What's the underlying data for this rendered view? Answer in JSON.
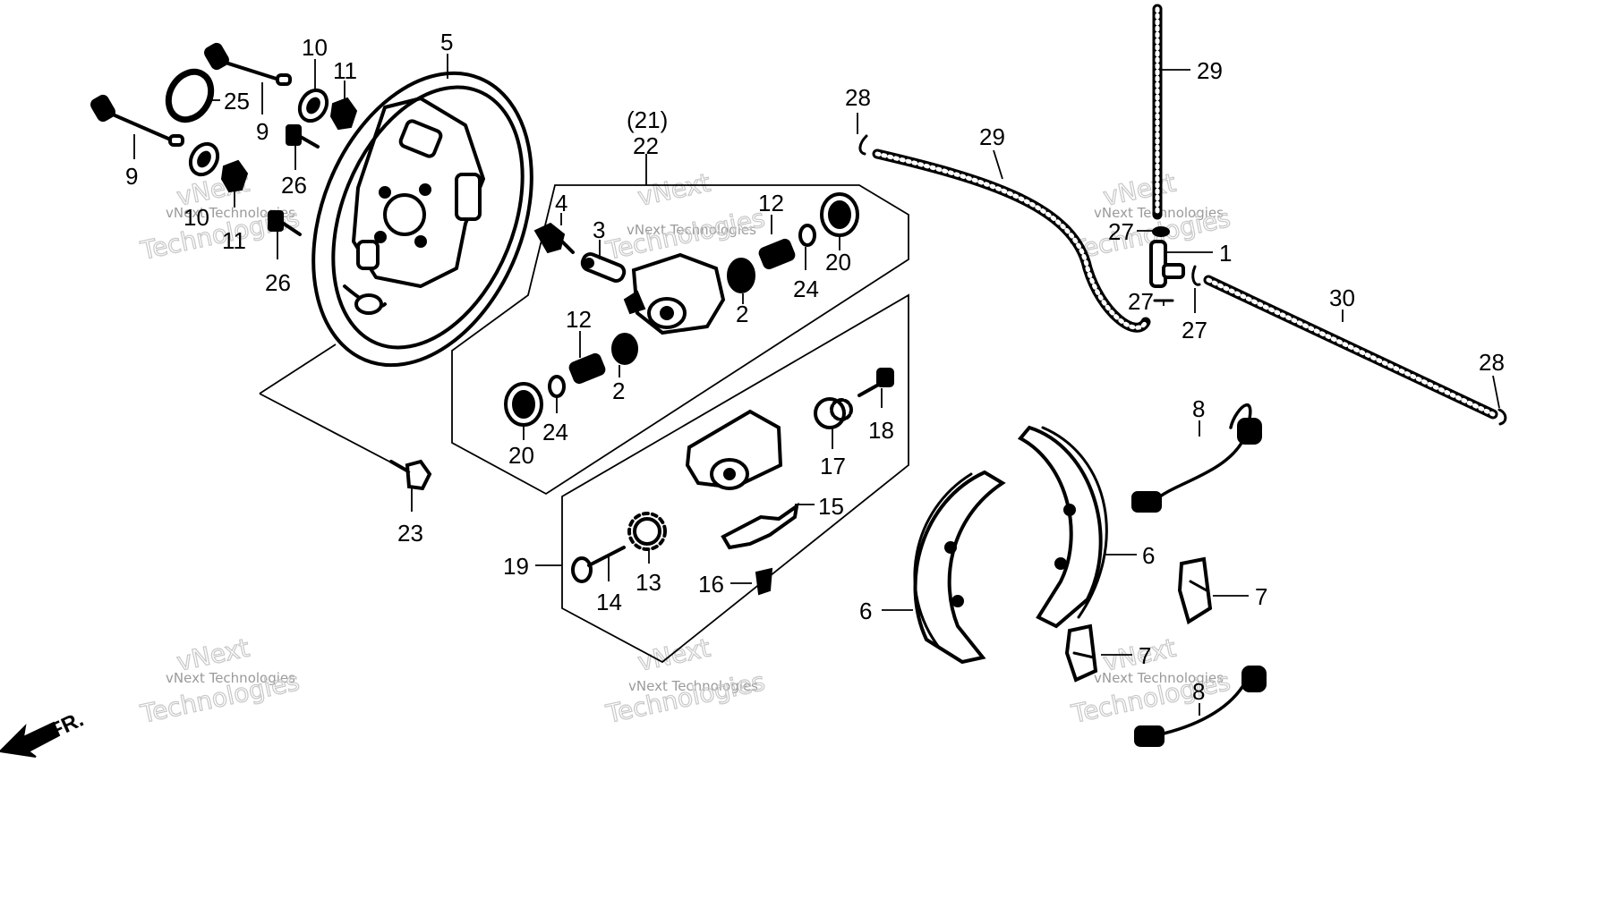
{
  "callouts": [
    {
      "id": "c5",
      "text": "5"
    },
    {
      "id": "c10a",
      "text": "10"
    },
    {
      "id": "c11a",
      "text": "11"
    },
    {
      "id": "c25",
      "text": "25"
    },
    {
      "id": "c9a",
      "text": "9"
    },
    {
      "id": "c9b",
      "text": "9"
    },
    {
      "id": "c26a",
      "text": "26"
    },
    {
      "id": "c10b",
      "text": "10"
    },
    {
      "id": "c11b",
      "text": "11"
    },
    {
      "id": "c26b",
      "text": "26"
    },
    {
      "id": "c21",
      "text": "(21)"
    },
    {
      "id": "c22",
      "text": "22"
    },
    {
      "id": "c4",
      "text": "4"
    },
    {
      "id": "c3",
      "text": "3"
    },
    {
      "id": "c12a",
      "text": "12"
    },
    {
      "id": "c20a",
      "text": "20"
    },
    {
      "id": "c24a",
      "text": "24"
    },
    {
      "id": "c2a",
      "text": "2"
    },
    {
      "id": "c12b",
      "text": "12"
    },
    {
      "id": "c2b",
      "text": "2"
    },
    {
      "id": "c24b",
      "text": "24"
    },
    {
      "id": "c20b",
      "text": "20"
    },
    {
      "id": "c18",
      "text": "18"
    },
    {
      "id": "c17",
      "text": "17"
    },
    {
      "id": "c15",
      "text": "15"
    },
    {
      "id": "c19",
      "text": "19"
    },
    {
      "id": "c14",
      "text": "14"
    },
    {
      "id": "c13",
      "text": "13"
    },
    {
      "id": "c16",
      "text": "16"
    },
    {
      "id": "c23",
      "text": "23"
    },
    {
      "id": "c28a",
      "text": "28"
    },
    {
      "id": "c29a",
      "text": "29"
    },
    {
      "id": "c29b",
      "text": "29"
    },
    {
      "id": "c27a",
      "text": "27"
    },
    {
      "id": "c1",
      "text": "1"
    },
    {
      "id": "c27b",
      "text": "27"
    },
    {
      "id": "c27c",
      "text": "27"
    },
    {
      "id": "c30",
      "text": "30"
    },
    {
      "id": "c28b",
      "text": "28"
    },
    {
      "id": "c8a",
      "text": "8"
    },
    {
      "id": "c6a",
      "text": "6"
    },
    {
      "id": "c6b",
      "text": "6"
    },
    {
      "id": "c7a",
      "text": "7"
    },
    {
      "id": "c7b",
      "text": "7"
    },
    {
      "id": "c8b",
      "text": "8"
    }
  ],
  "direction_label": "FR.",
  "watermark": {
    "line1": "vNext Technologies",
    "line2": "vNext",
    "line3": "Technologies"
  },
  "icons": [
    "front-direction-arrow-icon"
  ]
}
